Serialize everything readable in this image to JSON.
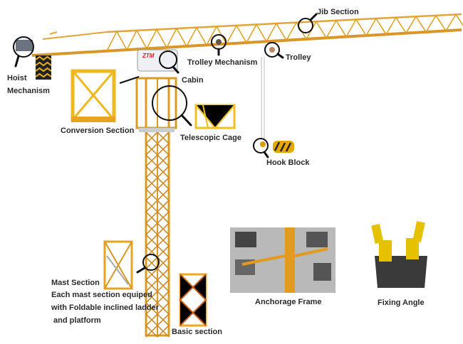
{
  "labels": {
    "jib_section": "Jib Section",
    "trolley_mechanism": "Trolley Mechanism",
    "trolley": "Trolley",
    "hoist_line1": "Hoist",
    "hoist_line2": "Mechanism",
    "cabin": "Cabin",
    "conversion_section": "Conversion Section",
    "telescopic_cage": "Telescopic Cage",
    "hook_block": "Hook Block",
    "mast_section_title": "Mast Section",
    "mast_section_desc1": "Each mast section equiped",
    "mast_section_desc2": "with Foldable inclined ladder",
    "mast_section_desc3": " and platform",
    "basic_section": "Basic section",
    "anchorage_frame": "Anchorage Frame",
    "fixing_angle": "Fixing Angle",
    "cabin_logo": "ZTM"
  },
  "colors": {
    "crane_yellow": "#e8a321",
    "dark": "#222222",
    "gray": "#8a8a8a"
  }
}
